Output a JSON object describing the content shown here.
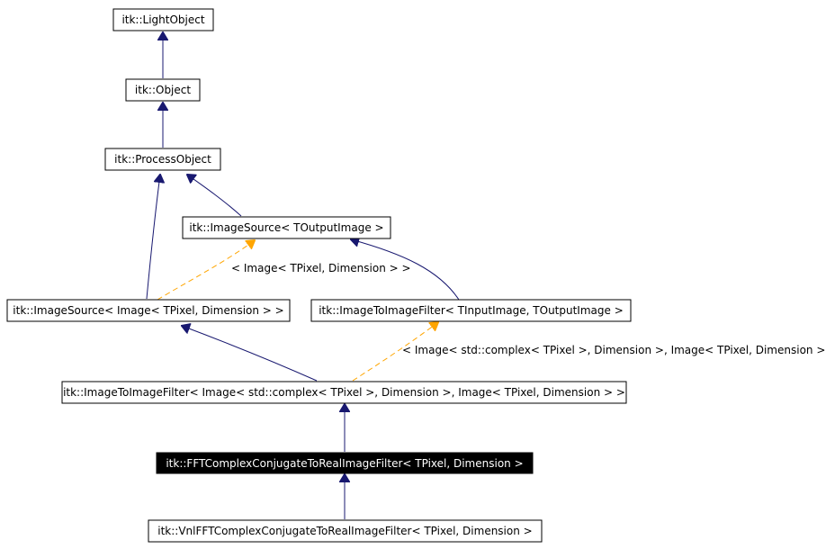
{
  "nodes": {
    "light_object": "itk::LightObject",
    "object": "itk::Object",
    "process_object": "itk::ProcessObject",
    "image_source_generic": "itk::ImageSource< TOutputImage >",
    "image_source_image": "itk::ImageSource< Image< TPixel, Dimension > >",
    "image_to_image_generic": "itk::ImageToImageFilter< TInputImage, TOutputImage >",
    "image_to_image_complex": "itk::ImageToImageFilter< Image< std::complex< TPixel >, Dimension >, Image< TPixel, Dimension > >",
    "fft_complex_conjugate": "itk::FFTComplexConjugateToRealImageFilter< TPixel, Dimension >",
    "vnl_fft_complex_conjugate": "itk::VnlFFTComplexConjugateToRealImageFilter< TPixel, Dimension >"
  },
  "edge_labels": {
    "image_source_template": "< Image< TPixel, Dimension > >",
    "image_to_image_template": "< Image< std::complex< TPixel >, Dimension >, Image< TPixel, Dimension > >"
  },
  "colors": {
    "inheritance": "#191970",
    "template": "#ffa500",
    "selected_fill": "#000000",
    "selected_text": "#ffffff"
  }
}
